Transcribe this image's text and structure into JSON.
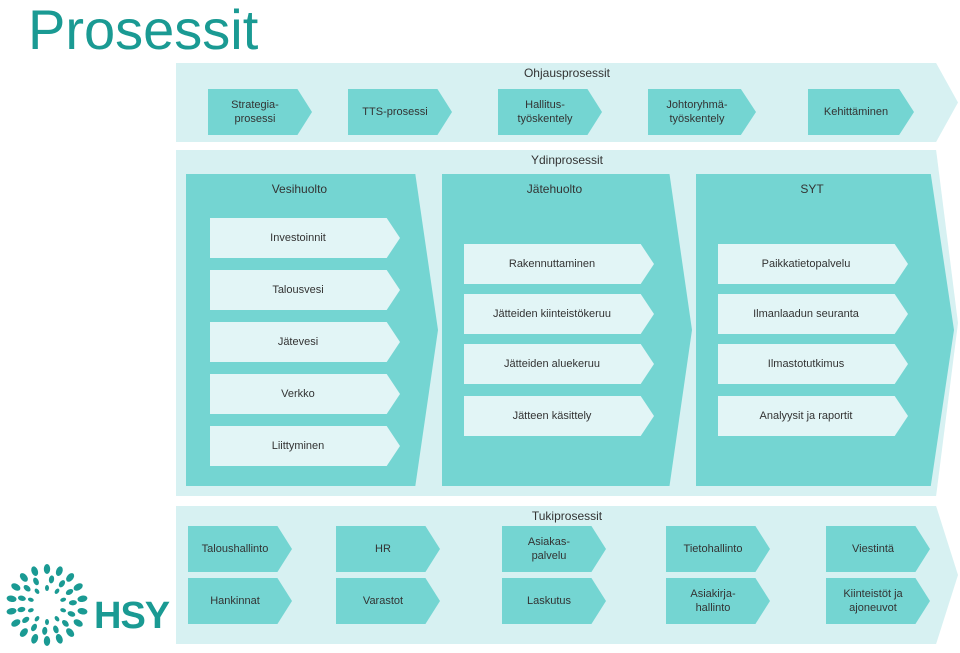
{
  "title": "Prosessit",
  "brand": {
    "text": "HSY",
    "color": "#1a9a93"
  },
  "colors": {
    "band": "#d7f1f2",
    "box": "#74d5d2",
    "item": "#e2f5f6"
  },
  "ohjaus": {
    "title": "Ohjausprosessit",
    "items": [
      "Strategia-\nprosessi",
      "TTS-prosessi",
      "Hallitus-\ntyöskentely",
      "Johtoryhmä-\ntyöskentely",
      "Kehittäminen"
    ]
  },
  "ydin": {
    "title": "Ydinprosessit",
    "columns": [
      {
        "title": "Vesihuolto",
        "items": [
          "Investoinnit",
          "Talousvesi",
          "Jätevesi",
          "Verkko",
          "Liittyminen"
        ]
      },
      {
        "title": "Jätehuolto",
        "items": [
          "Rakennuttaminen",
          "Jätteiden kiinteistökeruu",
          "Jätteiden aluekeruu",
          "Jätteen käsittely"
        ]
      },
      {
        "title": "SYT",
        "items": [
          "Paikkatietopalvelu",
          "Ilmanlaadun seuranta",
          "Ilmastotutkimus",
          "Analyysit ja raportit"
        ]
      }
    ]
  },
  "tuki": {
    "title": "Tukiprosessit",
    "row1": [
      "Taloushallinto",
      "HR",
      "Asiakas-\npalvelu",
      "Tietohallinto",
      "Viestintä"
    ],
    "row2": [
      "Hankinnat",
      "Varastot",
      "Laskutus",
      "Asiakirja-\nhallinto",
      "Kiinteistöt ja\najoneuvot"
    ]
  }
}
